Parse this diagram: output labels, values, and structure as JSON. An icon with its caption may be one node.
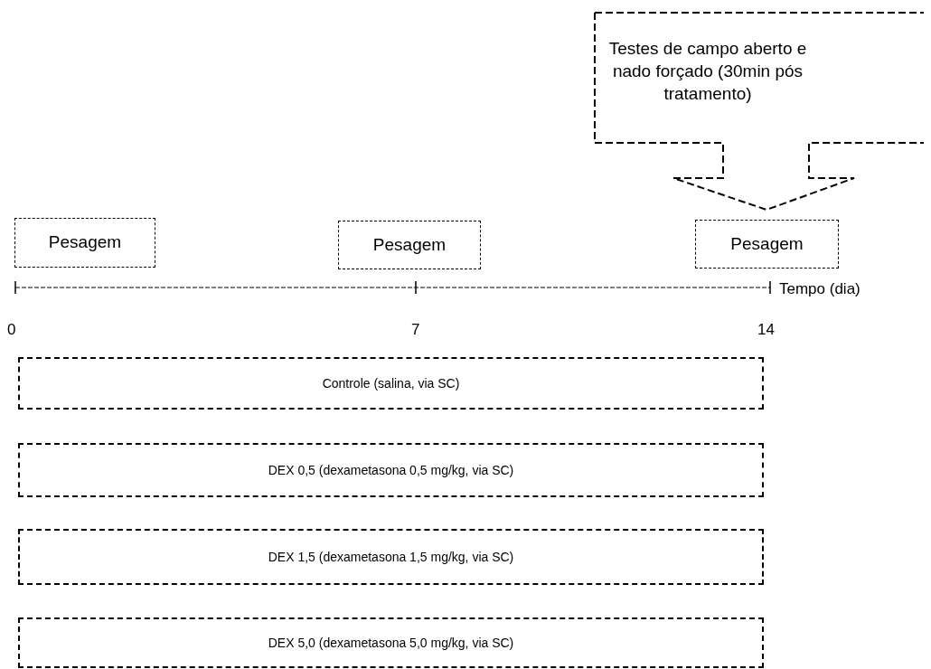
{
  "diagram": {
    "nodes": [
      {
        "text": [
          "Testes de campo aberto e nado forçado (30min pós tratamento)"
        ]
      },
      {
        "text": [
          "Pesagem"
        ]
      },
      {
        "text": [
          "Pesagem"
        ]
      },
      {
        "text": [
          "Pesagem"
        ]
      },
      {
        "text": [
          "Controle (salina, via SC)"
        ]
      },
      {
        "text": [
          "DEX 0,5 (dexametasona 0,5 mg/kg, via SC)"
        ]
      },
      {
        "text": [
          "DEX 1,5 (dexametasona 1,5 mg/kg, via SC)"
        ]
      },
      {
        "text": [
          "DEX 5,0 (dexametasona 5,0 mg/kg, via SC)"
        ]
      }
    ],
    "labels": [
      "Tempo (dia)",
      "0",
      "7",
      "14"
    ]
  }
}
